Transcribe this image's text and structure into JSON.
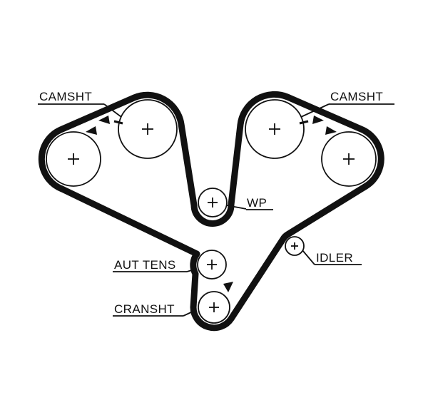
{
  "labels": {
    "camshaft_left": "CAMSHT",
    "camshaft_right": "CAMSHT",
    "water_pump": "WP",
    "auto_tensioner": "AUT TENS",
    "crankshaft": "CRANSHT",
    "idler": "IDLER"
  },
  "colors": {
    "line": "#111111",
    "background": "#ffffff"
  }
}
